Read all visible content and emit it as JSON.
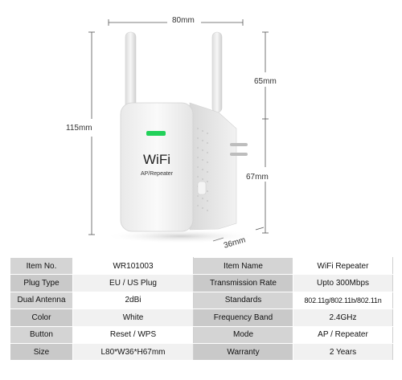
{
  "dimensions": {
    "width": "80mm",
    "height": "115mm",
    "antenna_height": "65mm",
    "body_height": "67mm",
    "depth": "36mm"
  },
  "device": {
    "logo_text": "WiFi",
    "subtitle": "AP/Repeater",
    "led_color": "#22d15a"
  },
  "spec_rows": [
    {
      "k1": "Item No.",
      "v1": "WR101003",
      "k2": "Item Name",
      "v2": "WiFi Repeater"
    },
    {
      "k1": "Plug Type",
      "v1": "EU / US Plug",
      "k2": "Transmission Rate",
      "v2": "Upto 300Mbps"
    },
    {
      "k1": "Dual Antenna",
      "v1": "2dBi",
      "k2": "Standards",
      "v2": "802.11g/802.11b/802.11n"
    },
    {
      "k1": "Color",
      "v1": "White",
      "k2": "Frequency Band",
      "v2": "2.4GHz"
    },
    {
      "k1": "Button",
      "v1": "Reset / WPS",
      "k2": "Mode",
      "v2": "AP / Repeater"
    },
    {
      "k1": "Size",
      "v1": "L80*W36*H67mm",
      "k2": "Warranty",
      "v2": "2 Years"
    }
  ]
}
